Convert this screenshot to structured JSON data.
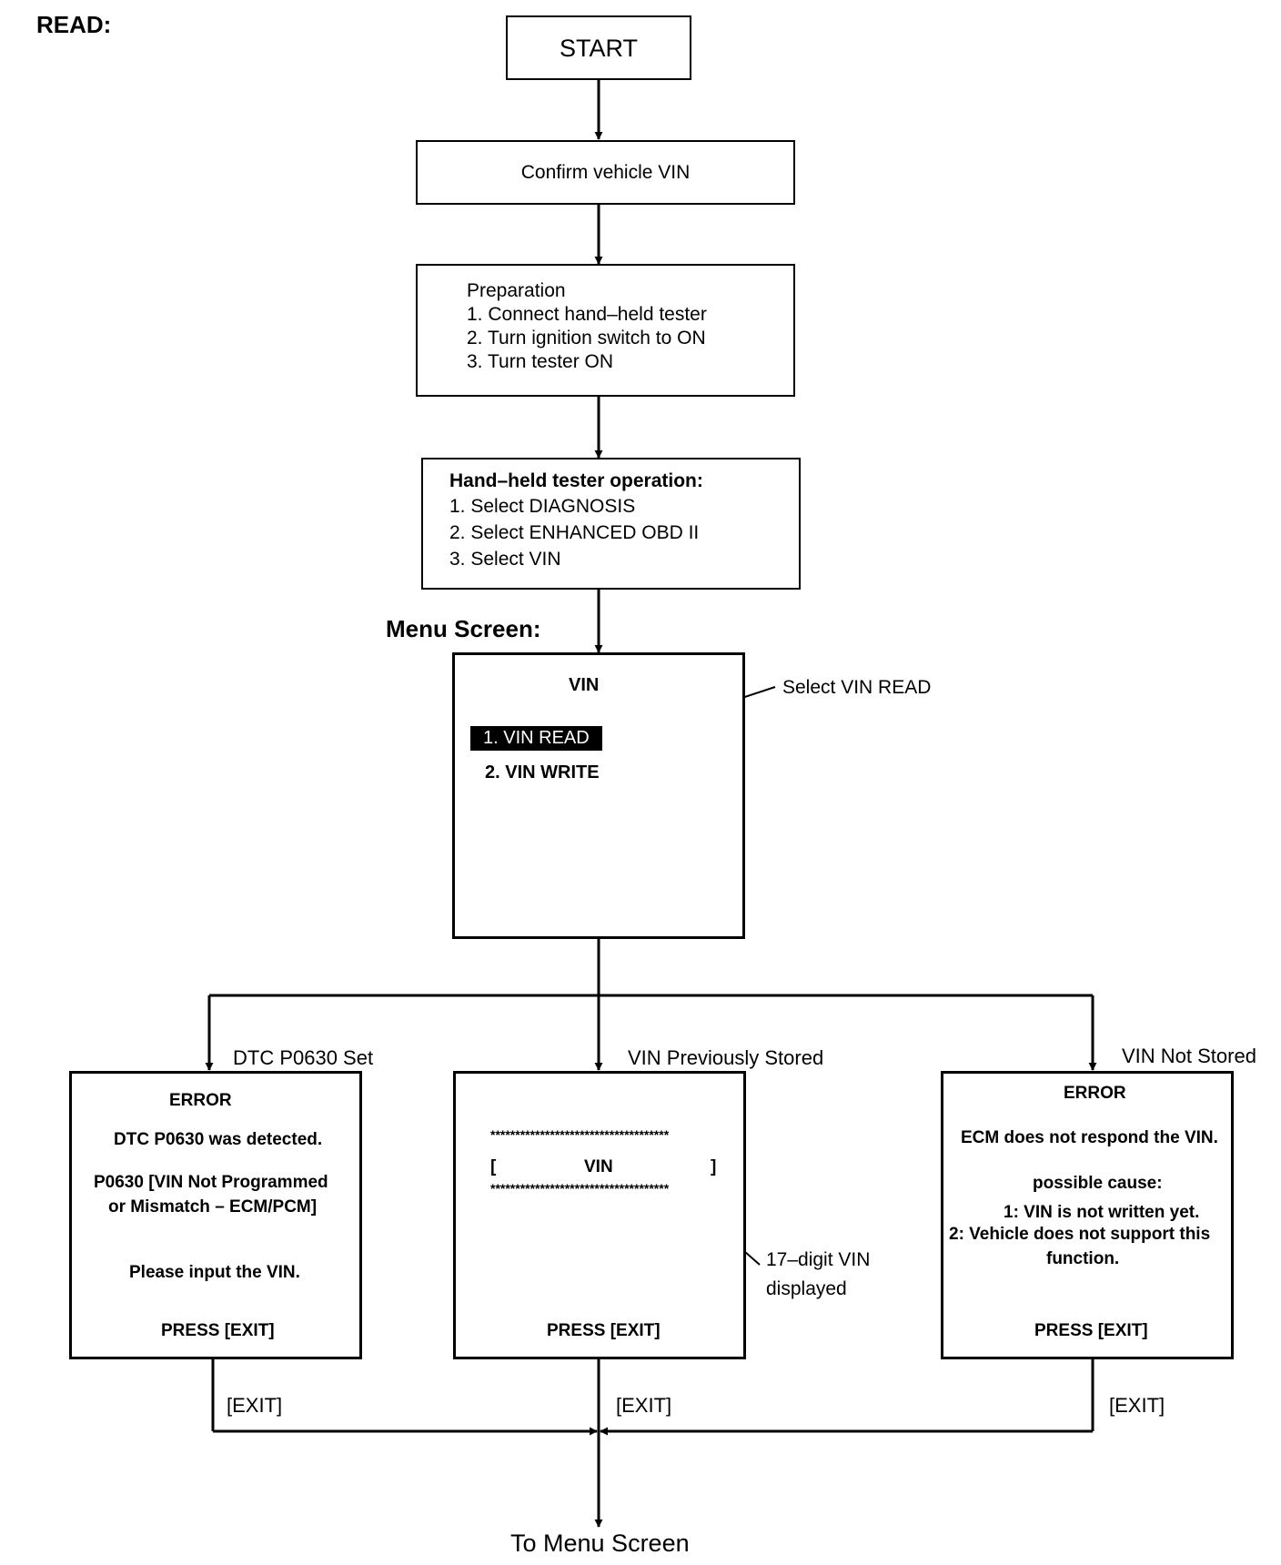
{
  "title": "READ:",
  "start_label": "START",
  "confirm_label": "Confirm vehicle VIN",
  "preparation": {
    "heading": "Preparation",
    "steps": [
      "1. Connect hand–held tester",
      "2. Turn ignition switch to ON",
      "3. Turn tester ON"
    ]
  },
  "tester_operation": {
    "heading": "Hand–held tester operation:",
    "steps": [
      "1. Select DIAGNOSIS",
      "2. Select ENHANCED OBD II",
      "3. Select VIN"
    ]
  },
  "menu_screen": {
    "caption": "Menu Screen:",
    "title": "VIN",
    "item_read": "1. VIN READ",
    "item_write": "2. VIN WRITE",
    "callout": "Select VIN READ"
  },
  "branches": {
    "left_label": "DTC P0630 Set",
    "mid_label": "VIN Previously Stored",
    "right_label": "VIN Not Stored"
  },
  "left_screen": {
    "title": "ERROR",
    "line1": "DTC P0630 was detected.",
    "line2": "P0630  [VIN Not Programmed",
    "line3": "or Mismatch – ECM/PCM]",
    "line4": "Please input the VIN.",
    "press": "PRESS [EXIT]"
  },
  "mid_screen": {
    "stars_top": "************************************",
    "bracket_open": "[",
    "vin": "VIN",
    "bracket_close": "]",
    "stars_bottom": "************************************",
    "callout_line1": "17–digit VIN",
    "callout_line2": "displayed",
    "press": "PRESS [EXIT]"
  },
  "right_screen": {
    "title": "ERROR",
    "line1": "ECM does not respond the VIN.",
    "line2": "possible cause:",
    "line3": "1: VIN is not written yet.",
    "line4": "2: Vehicle  does  not  support this",
    "line5": "function.",
    "press": "PRESS [EXIT]"
  },
  "exit_labels": {
    "left": "[EXIT]",
    "mid": "[EXIT]",
    "right": "[EXIT]"
  },
  "end_label": "To Menu Screen"
}
